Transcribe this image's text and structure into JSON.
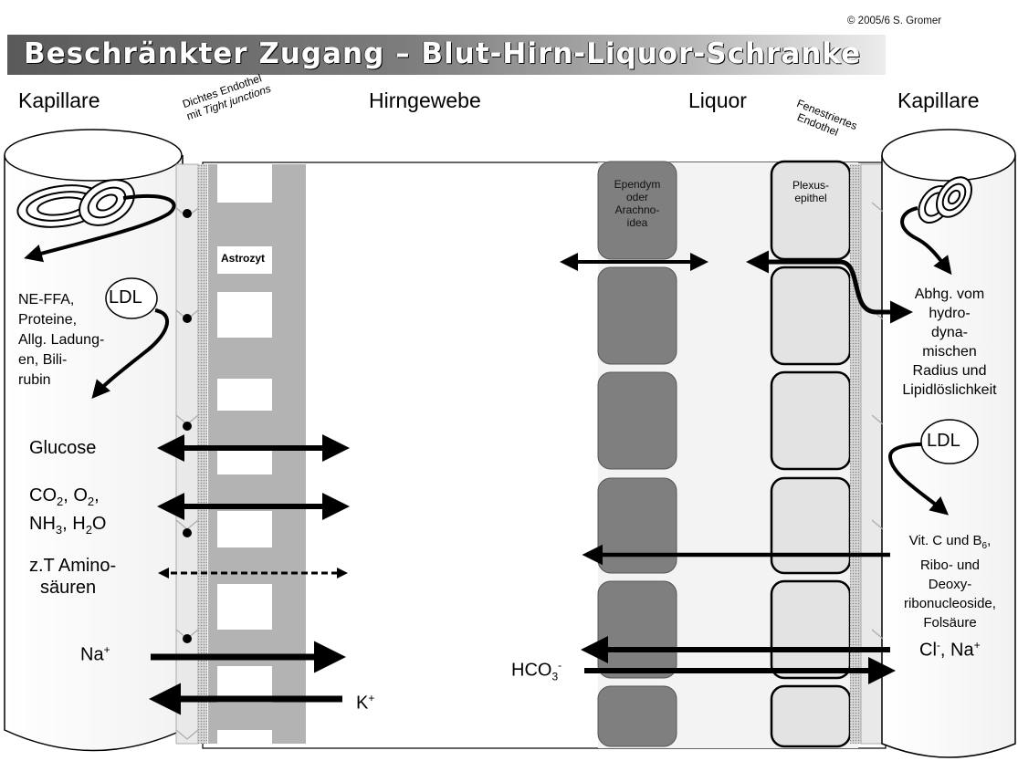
{
  "copyright": "© 2005/6 S. Gromer",
  "title": "Beschränkter Zugang – Blut-Hirn-Liquor-Schranke",
  "headers": {
    "kapillare_left": "Kapillare",
    "hirngewebe": "Hirngewebe",
    "liquor": "Liquor",
    "kapillare_right": "Kapillare"
  },
  "rotated_labels": {
    "endothel_line1": "Dichtes Endothel",
    "endothel_line2_a": "mit ",
    "endothel_line2_b": "Tight junctions",
    "fenestriert_line1": "Fenestriertes",
    "fenestriert_line2": "Endothel"
  },
  "cells": {
    "astrozyt": "Astrozyt",
    "ependym": [
      "Ependym",
      "oder",
      "Arachno-",
      "idea"
    ],
    "plexus": [
      "Plexus-",
      "epithel"
    ]
  },
  "left_labels": {
    "ne_ffa": [
      "NE-FFA,",
      "Proteine,",
      "Allg. Ladung-",
      "en, Bili-",
      "rubin"
    ],
    "ldl": "LDL",
    "glucose": "Glucose",
    "co2_a": "CO",
    "co2_sub": "2",
    "co2_b": ", O",
    "o2_sub": "2",
    "co2_c": ",",
    "nh3_a": "NH",
    "nh3_sub": "3",
    "nh3_b": ", H",
    "h2o_sub": "2",
    "h2o_b": "O",
    "amino": [
      "z.T Amino-",
      "säuren"
    ],
    "na": "Na",
    "na_sup": "+",
    "k": "K",
    "k_sup": "+"
  },
  "right_labels": {
    "abhg": [
      "Abhg. vom",
      "hydro-",
      "dyna-",
      "mischen",
      "Radius und",
      "Lipidlöslichkeit"
    ],
    "ldl": "LDL",
    "vit_a": "Vit. C und B",
    "vit_sub": "6",
    "vit_b": ",",
    "vit_rest": [
      "Ribo- und",
      "Deoxy-",
      "ribonucleoside,",
      "Folsäure"
    ],
    "cl": "Cl",
    "cl_sup": "-",
    "cl_rest": ", Na",
    "na_sup": "+",
    "hco3": "HCO",
    "hco3_sub": "3",
    "hco3_sup": "-"
  }
}
